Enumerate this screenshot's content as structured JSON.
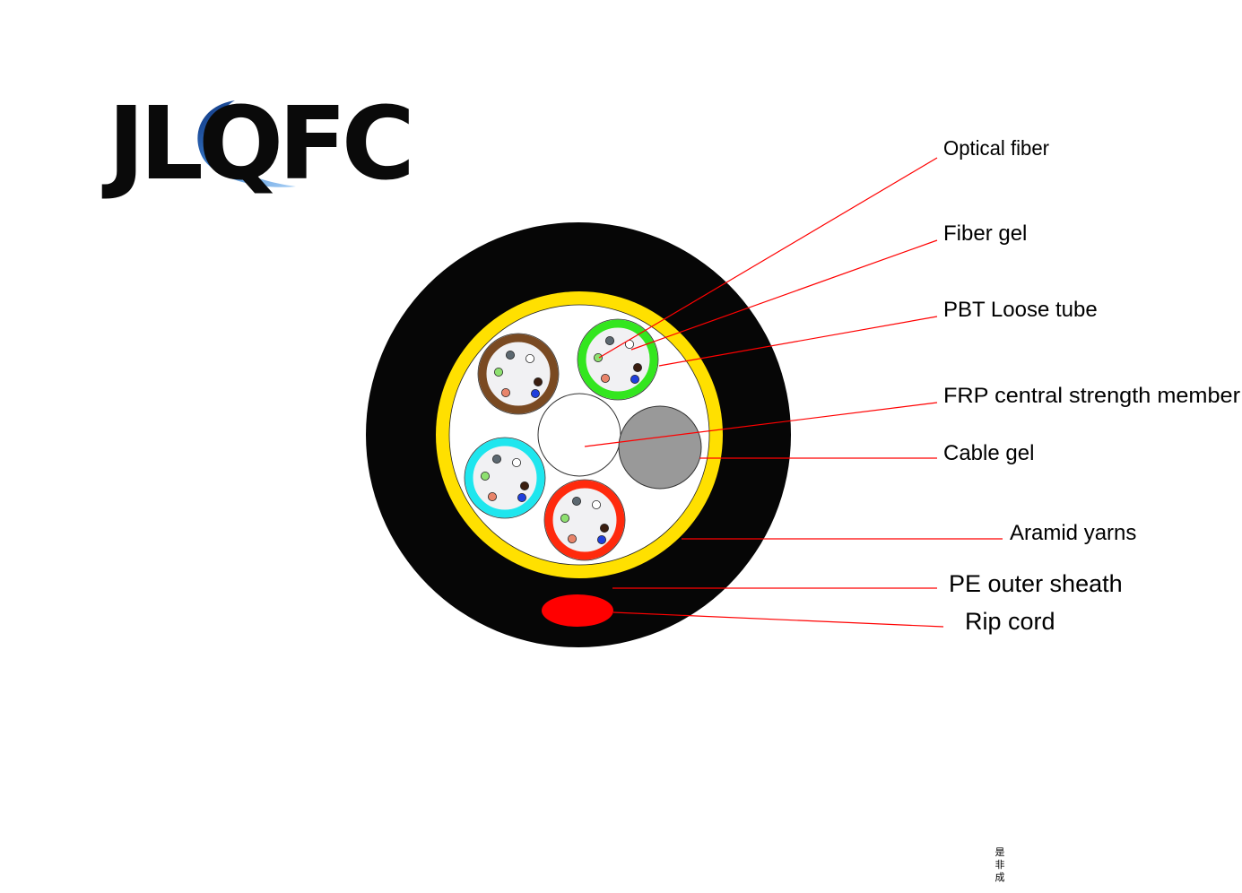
{
  "logo": {
    "text": "JLQFC",
    "swoosh_colors": [
      "#0b2f7a",
      "#3f86d6",
      "#a9d0f5"
    ]
  },
  "labels": {
    "optical_fiber": "Optical fiber",
    "fiber_gel": "Fiber gel",
    "pbt_loose_tube": "PBT Loose tube",
    "frp_member": "FRP central strength member",
    "cable_gel": "Cable gel",
    "aramid_yarns": "Aramid yarns",
    "pe_outer_sheath": "PE outer sheath",
    "rip_cord": "Rip cord"
  },
  "vertical_note": "是非成",
  "colors": {
    "sheath": "#060606",
    "aramid": "#ffe000",
    "cable_gel_fill": "#ffffff",
    "filler_rod": "#999999",
    "rip_cord": "#ff0000",
    "leader_line": "#ff0000",
    "tube_gel": "#f1f1f3",
    "tube_rings": [
      "#7a4a22",
      "#33e61f",
      "#1ee6ee",
      "#ff2a0d"
    ],
    "fibers": [
      "#5c6870",
      "#ffffff",
      "#3a1e10",
      "#1f3fdc",
      "#e8846a",
      "#8ee070"
    ]
  }
}
